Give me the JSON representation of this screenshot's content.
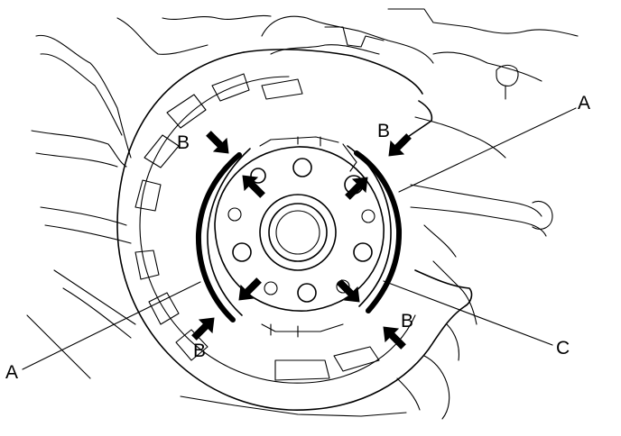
{
  "callouts": {
    "a_right": "A",
    "a_left": "A",
    "b_top_left": "B",
    "b_top_right": "B",
    "b_bottom_left": "B",
    "b_bottom_right": "B",
    "c": "C"
  }
}
